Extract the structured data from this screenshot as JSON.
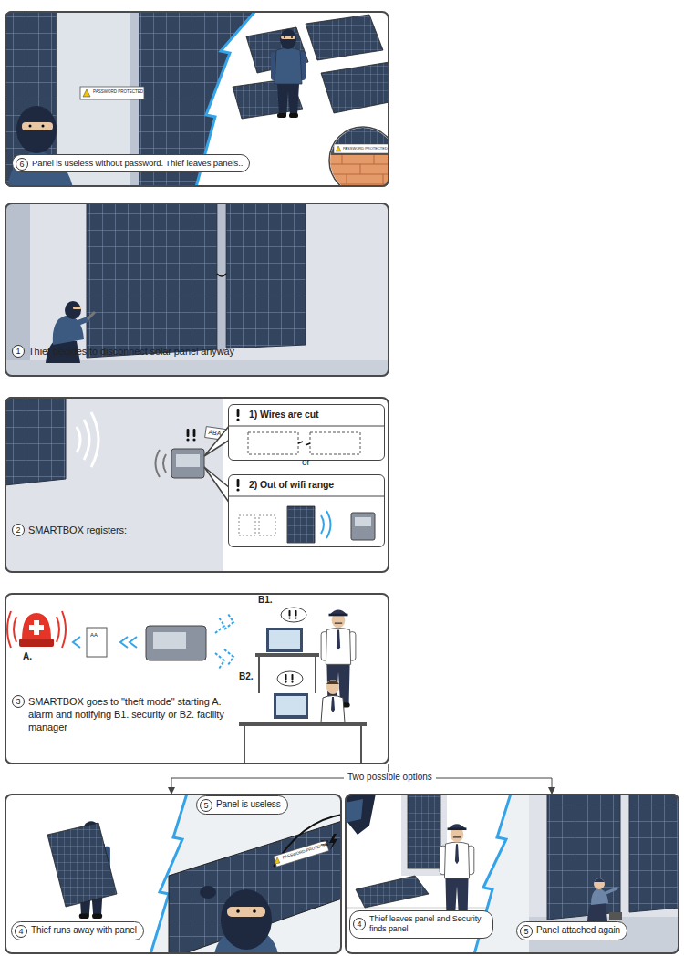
{
  "diagram": {
    "nodes": [
      {
        "text": [
          "Panel is useless without password. Thief leaves panels.."
        ]
      },
      {
        "text": [
          "Thief decides to disconnect solar panel anyway"
        ]
      },
      {
        "text": [
          "SMARTBOX registers:"
        ]
      },
      {
        "text": [
          "1) Wires are cut"
        ],
        "in": 2
      },
      {
        "text": [
          "2) Out of wifi range"
        ],
        "in": 2
      },
      {
        "text": [
          "SMARTBOX goes to \"theft mode\" starting A. alarm and notifying B1. security or B2. facility manager"
        ]
      },
      {
        "text": [
          "Thief runs away with panel",
          "Panel is useless"
        ]
      },
      {
        "text": [
          "Thief leaves panel and Security finds panel",
          "Panel attached again"
        ]
      }
    ],
    "edges": [
      {
        "from": 5,
        "to": 6,
        "arrow": "to"
      },
      {
        "from": 5,
        "to": 7,
        "arrow": "to"
      }
    ],
    "labels": [
      "6",
      "PASSWORD PROTECTED",
      "PASSWORD PROTECTED",
      "1",
      "2",
      "ABA",
      "or",
      "3",
      "A.",
      "AA",
      "B1.",
      "B2.",
      "Two possible options",
      "4",
      "5",
      "PASSWORD PROTECTED",
      "4",
      "5"
    ]
  }
}
